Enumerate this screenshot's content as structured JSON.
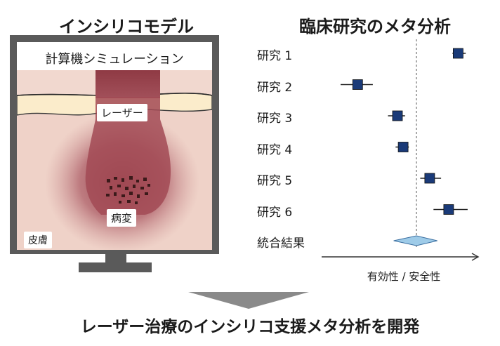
{
  "left_panel": {
    "title": "インシリコモデル",
    "simulation_label": "計算機シミュレーション",
    "laser_label": "レーザー",
    "lesion_label": "病変",
    "skin_label": "皮膚"
  },
  "right_panel": {
    "title": "臨床研究のメタ分析"
  },
  "bottom_caption": "レーザー治療のインシリコ支援メタ分析を開発",
  "chart_data": {
    "type": "forest",
    "xlabel": "有効性 / 安全性",
    "reference_line": 0.5,
    "xlim": [
      0,
      1
    ],
    "studies": [
      {
        "name": "研究 1",
        "estimate": 0.72,
        "ci": [
          0.69,
          0.76
        ]
      },
      {
        "name": "研究 2",
        "estimate": 0.19,
        "ci": [
          0.1,
          0.27
        ]
      },
      {
        "name": "研究 3",
        "estimate": 0.4,
        "ci": [
          0.35,
          0.44
        ]
      },
      {
        "name": "研究 4",
        "estimate": 0.43,
        "ci": [
          0.39,
          0.46
        ]
      },
      {
        "name": "研究 5",
        "estimate": 0.57,
        "ci": [
          0.52,
          0.63
        ]
      },
      {
        "name": "研究 6",
        "estimate": 0.67,
        "ci": [
          0.59,
          0.77
        ]
      }
    ],
    "pooled": {
      "name": "統合結果",
      "estimate": 0.5,
      "ci": [
        0.38,
        0.61
      ]
    },
    "colors": {
      "marker": "#1a3a78",
      "diamond": "#9ecbe8",
      "diamond_stroke": "#3a6ea0"
    }
  }
}
